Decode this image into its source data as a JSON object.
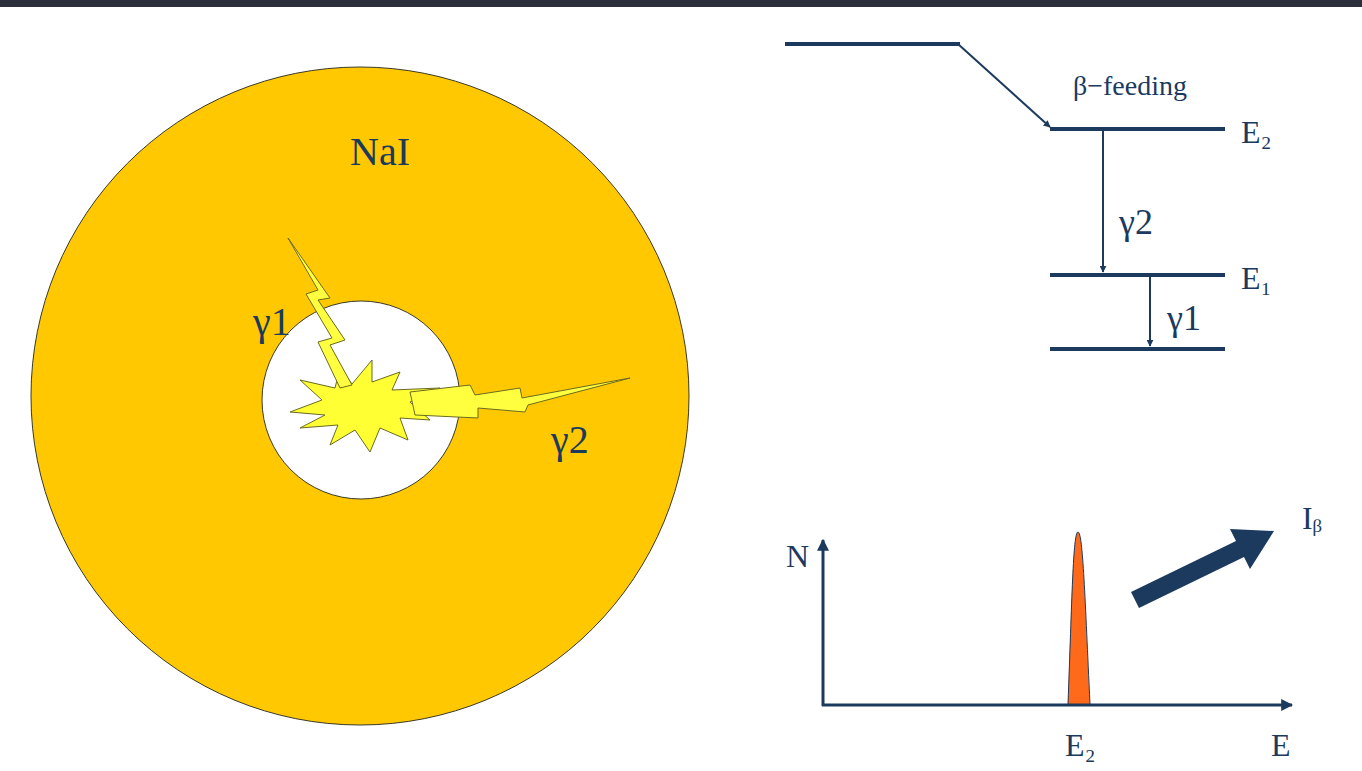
{
  "diagram": {
    "nodes": [
      {
        "text": [
          "NaI"
        ]
      }
    ],
    "labels": [
      "γ1",
      "γ2",
      "β−feeding",
      "E₂",
      "γ2",
      "E₁",
      "γ1",
      "N",
      "E₂",
      "E",
      "Iᵦ"
    ]
  }
}
